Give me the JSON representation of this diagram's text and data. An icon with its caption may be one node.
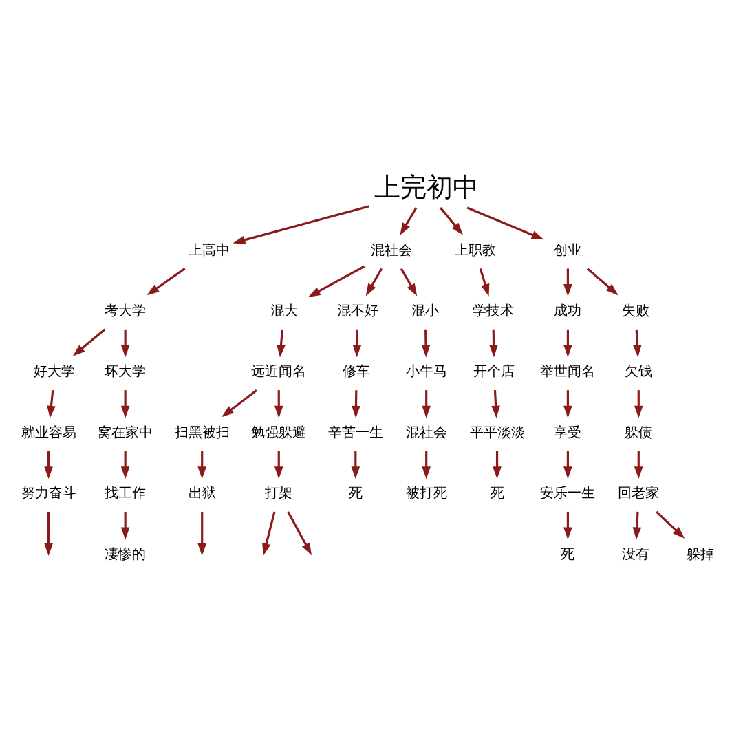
{
  "diagram": {
    "nodes": [
      {
        "text": [
          "上完初中"
        ]
      },
      {
        "text": [
          "上高中"
        ]
      },
      {
        "text": [
          "混社会"
        ]
      },
      {
        "text": [
          "上职教"
        ]
      },
      {
        "text": [
          "创业"
        ]
      },
      {
        "text": [
          "考大学"
        ]
      },
      {
        "text": [
          "混大"
        ]
      },
      {
        "text": [
          "混不好"
        ]
      },
      {
        "text": [
          "混小"
        ]
      },
      {
        "text": [
          "学技术"
        ]
      },
      {
        "text": [
          "成功"
        ]
      },
      {
        "text": [
          "失败"
        ]
      },
      {
        "text": [
          "好大学"
        ]
      },
      {
        "text": [
          "坏大学"
        ]
      },
      {
        "text": [
          "远近闻名"
        ]
      },
      {
        "text": [
          "修车"
        ]
      },
      {
        "text": [
          "小牛马"
        ]
      },
      {
        "text": [
          "开个店"
        ]
      },
      {
        "text": [
          "举世闻名"
        ]
      },
      {
        "text": [
          "欠钱"
        ]
      },
      {
        "text": [
          "就业容易"
        ]
      },
      {
        "text": [
          "窝在家中"
        ]
      },
      {
        "text": [
          "扫黑被扫"
        ]
      },
      {
        "text": [
          "勉强躲避"
        ]
      },
      {
        "text": [
          "辛苦一生"
        ]
      },
      {
        "text": [
          "混社会"
        ]
      },
      {
        "text": [
          "平平淡淡"
        ]
      },
      {
        "text": [
          "享受"
        ]
      },
      {
        "text": [
          "躲债"
        ]
      },
      {
        "text": [
          "努力奋斗"
        ]
      },
      {
        "text": [
          "找工作"
        ]
      },
      {
        "text": [
          "出狱"
        ]
      },
      {
        "text": [
          "打架"
        ]
      },
      {
        "text": [
          "死"
        ]
      },
      {
        "text": [
          "被打死"
        ]
      },
      {
        "text": [
          "死"
        ]
      },
      {
        "text": [
          "安乐一生"
        ]
      },
      {
        "text": [
          "回老家"
        ]
      },
      {
        "text": [
          "凄惨的"
        ]
      },
      {
        "text": [
          "死"
        ]
      },
      {
        "text": [
          "没有"
        ]
      },
      {
        "text": [
          "躲掉"
        ]
      }
    ],
    "edges": [
      {
        "from": 0,
        "to": 1,
        "arrow": "to"
      },
      {
        "from": 0,
        "to": 2,
        "arrow": "to"
      },
      {
        "from": 0,
        "to": 3,
        "arrow": "to"
      },
      {
        "from": 0,
        "to": 4,
        "arrow": "to"
      },
      {
        "from": 1,
        "to": 5,
        "arrow": "to"
      },
      {
        "from": 2,
        "to": 6,
        "arrow": "to"
      },
      {
        "from": 2,
        "to": 7,
        "arrow": "to"
      },
      {
        "from": 2,
        "to": 8,
        "arrow": "to"
      },
      {
        "from": 3,
        "to": 9,
        "arrow": "to"
      },
      {
        "from": 4,
        "to": 10,
        "arrow": "to"
      },
      {
        "from": 4,
        "to": 11,
        "arrow": "to"
      },
      {
        "from": 5,
        "to": 12,
        "arrow": "to"
      },
      {
        "from": 5,
        "to": 13,
        "arrow": "to"
      },
      {
        "from": 6,
        "to": 14,
        "arrow": "to"
      },
      {
        "from": 7,
        "to": 15,
        "arrow": "to"
      },
      {
        "from": 8,
        "to": 16,
        "arrow": "to"
      },
      {
        "from": 9,
        "to": 17,
        "arrow": "to"
      },
      {
        "from": 10,
        "to": 18,
        "arrow": "to"
      },
      {
        "from": 11,
        "to": 19,
        "arrow": "to"
      },
      {
        "from": 12,
        "to": 20,
        "arrow": "to"
      },
      {
        "from": 13,
        "to": 21,
        "arrow": "to"
      },
      {
        "from": 14,
        "to": 22,
        "arrow": "to"
      },
      {
        "from": 14,
        "to": 23,
        "arrow": "to"
      },
      {
        "from": 15,
        "to": 24,
        "arrow": "to"
      },
      {
        "from": 16,
        "to": 25,
        "arrow": "to"
      },
      {
        "from": 17,
        "to": 26,
        "arrow": "to"
      },
      {
        "from": 18,
        "to": 27,
        "arrow": "to"
      },
      {
        "from": 19,
        "to": 28,
        "arrow": "to"
      },
      {
        "from": 20,
        "to": 29,
        "arrow": "to"
      },
      {
        "from": 21,
        "to": 30,
        "arrow": "to"
      },
      {
        "from": 22,
        "to": 31,
        "arrow": "to"
      },
      {
        "from": 23,
        "to": 32,
        "arrow": "to"
      },
      {
        "from": 24,
        "to": 33,
        "arrow": "to"
      },
      {
        "from": 25,
        "to": 34,
        "arrow": "to"
      },
      {
        "from": 26,
        "to": 35,
        "arrow": "to"
      },
      {
        "from": 27,
        "to": 36,
        "arrow": "to"
      },
      {
        "from": 28,
        "to": 37,
        "arrow": "to"
      },
      {
        "from": 29,
        "to": null,
        "arrow": "to"
      },
      {
        "from": 30,
        "to": 38,
        "arrow": "to"
      },
      {
        "from": 31,
        "to": null,
        "arrow": "to"
      },
      {
        "from": 32,
        "to": null,
        "arrow": "to"
      },
      {
        "from": 32,
        "to": null,
        "arrow": "to"
      },
      {
        "from": 36,
        "to": 39,
        "arrow": "to"
      },
      {
        "from": 37,
        "to": 40,
        "arrow": "to"
      },
      {
        "from": 37,
        "to": 41,
        "arrow": "to"
      }
    ]
  }
}
